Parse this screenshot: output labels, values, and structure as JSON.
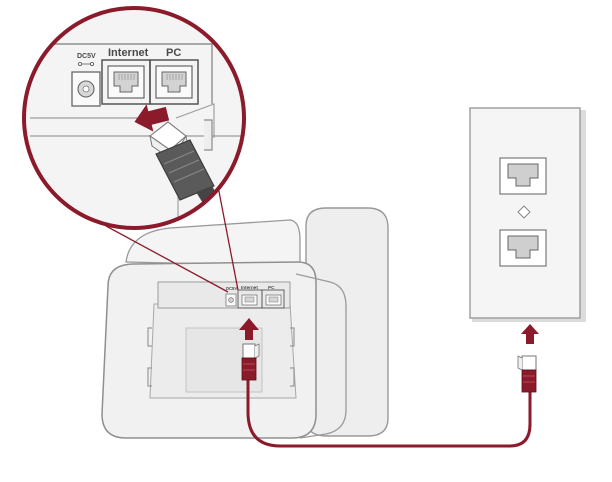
{
  "zoom_callout": {
    "power_label": "DC5V",
    "internet_label": "Internet",
    "pc_label": "PC"
  },
  "phone_base": {
    "power_label": "DC5V",
    "internet_label": "Internet",
    "pc_label": "PC"
  },
  "colors": {
    "cable": "#8b1a2b",
    "arrow": "#8b1a2b",
    "outline": "#8f8f8f",
    "phone_fill": "#f1f1f1",
    "wall_plate": "#f3f3f3",
    "plug_dark": "#5a5a5a"
  },
  "icons": [
    "power-jack-icon",
    "ethernet-port-icon",
    "ethernet-plug-icon",
    "arrow-up-icon",
    "arrow-left-icon"
  ]
}
